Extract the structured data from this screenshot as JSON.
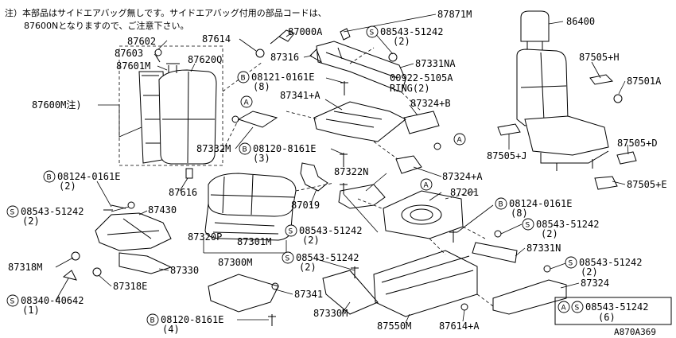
{
  "note": {
    "line1": "注）本部品はサイドエアバッグ無しです。サイドエアバッグ付用の部品コードは、",
    "line2": "87600Nとなりますので、ご注意下さい。"
  },
  "symbols": {
    "S": "S",
    "B": "B",
    "A": "A"
  },
  "labels": {
    "p87871M": "87871M",
    "p08543_51242_top": "08543-51242",
    "q2_top": "(2)",
    "p86400": "86400",
    "p87602": "87602",
    "p87614": "87614",
    "p87000A": "87000A",
    "p87603": "87603",
    "p87316": "87316",
    "p87331NA": "87331NA",
    "p87505H": "87505+H",
    "p87601M": "87601M",
    "p87620Q": "87620Q",
    "p08121": "08121-0161E",
    "q8_a": "(8)",
    "p00922": "00922-5105A",
    "ring": "RING(2)",
    "p87501A": "87501A",
    "p87600M": "87600M注)",
    "p87341A": "87341+A",
    "p87324B": "87324+B",
    "p87332M": "87332M",
    "p08120_top": "08120-8161E",
    "q3": "(3)",
    "p87505J": "87505+J",
    "p87505D": "87505+D",
    "p08124_left": "08124-0161E",
    "q2_left": "(2)",
    "p87322N": "87322N",
    "p87324A": "87324+A",
    "p87201": "87201",
    "p87616": "87616",
    "p87505E": "87505+E",
    "p08543_left": "08543-51242",
    "q2_left2": "(2)",
    "p87430": "87430",
    "p87019": "87019",
    "p08124_right": "08124-0161E",
    "q8_b": "(8)",
    "p08543_right1": "08543-51242",
    "q2_right1": "(2)",
    "p87320P": "87320P",
    "p87301M": "87301M",
    "p08543_mid": "08543-51242",
    "q2_mid": "(2)",
    "p87331N": "87331N",
    "p87318M": "87318M",
    "p87330": "87330",
    "p87300M": "87300M",
    "p08543_mid2": "08543-51242",
    "q2_mid2": "(2)",
    "p08543_right2": "08543-51242",
    "q2_right2": "(2)",
    "p87318E": "87318E",
    "p87324": "87324",
    "p87341": "87341",
    "p08340": "08340-40642",
    "q1": "(1)",
    "p08543_box": "08543-51242",
    "q6": "(6)",
    "p87330M": "87330M",
    "p08120_bot": "08120-8161E",
    "q4": "(4)",
    "p87550M": "87550M",
    "p87614A": "87614+A",
    "code": "A870A369"
  }
}
